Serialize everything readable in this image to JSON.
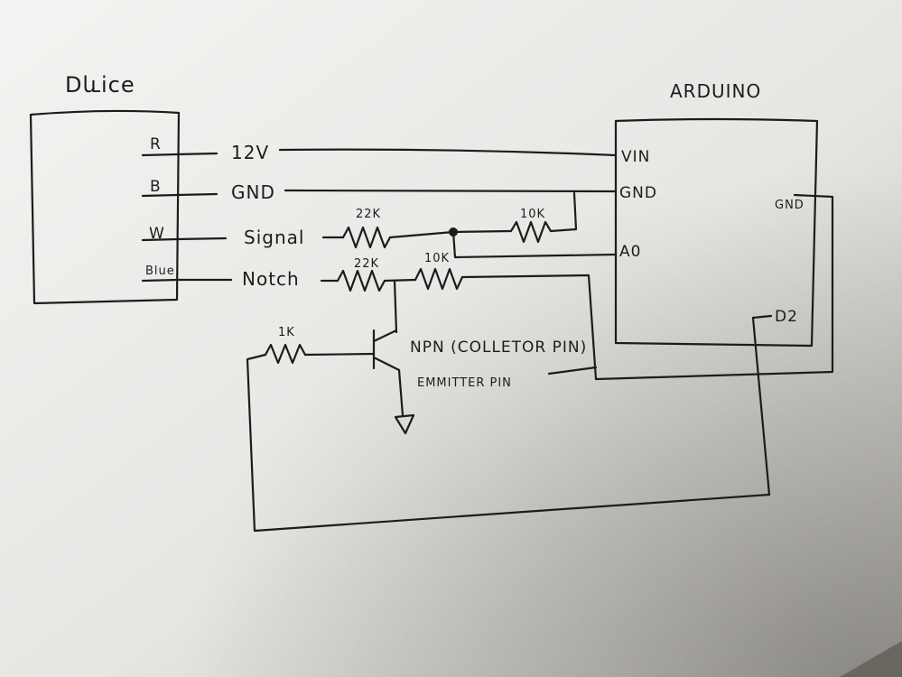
{
  "device": {
    "title": "Dևice",
    "pins": [
      "R",
      "B",
      "W",
      "Blue"
    ]
  },
  "arduino": {
    "title": "ARDUINO",
    "pins": [
      "VIN",
      "GND",
      "A0",
      "GND",
      "D2"
    ]
  },
  "wires": {
    "r": "12V",
    "b": "GND",
    "w": "Signal",
    "blue": "Notch"
  },
  "components": {
    "r_signal_top": "22K",
    "r_signal_bottom": "10K",
    "r_notch_1": "22K",
    "r_notch_2": "10K",
    "r_base": "1K",
    "transistor": "NPN (COLLETOR PIN)",
    "emitter": "EMMITTER PIN"
  }
}
